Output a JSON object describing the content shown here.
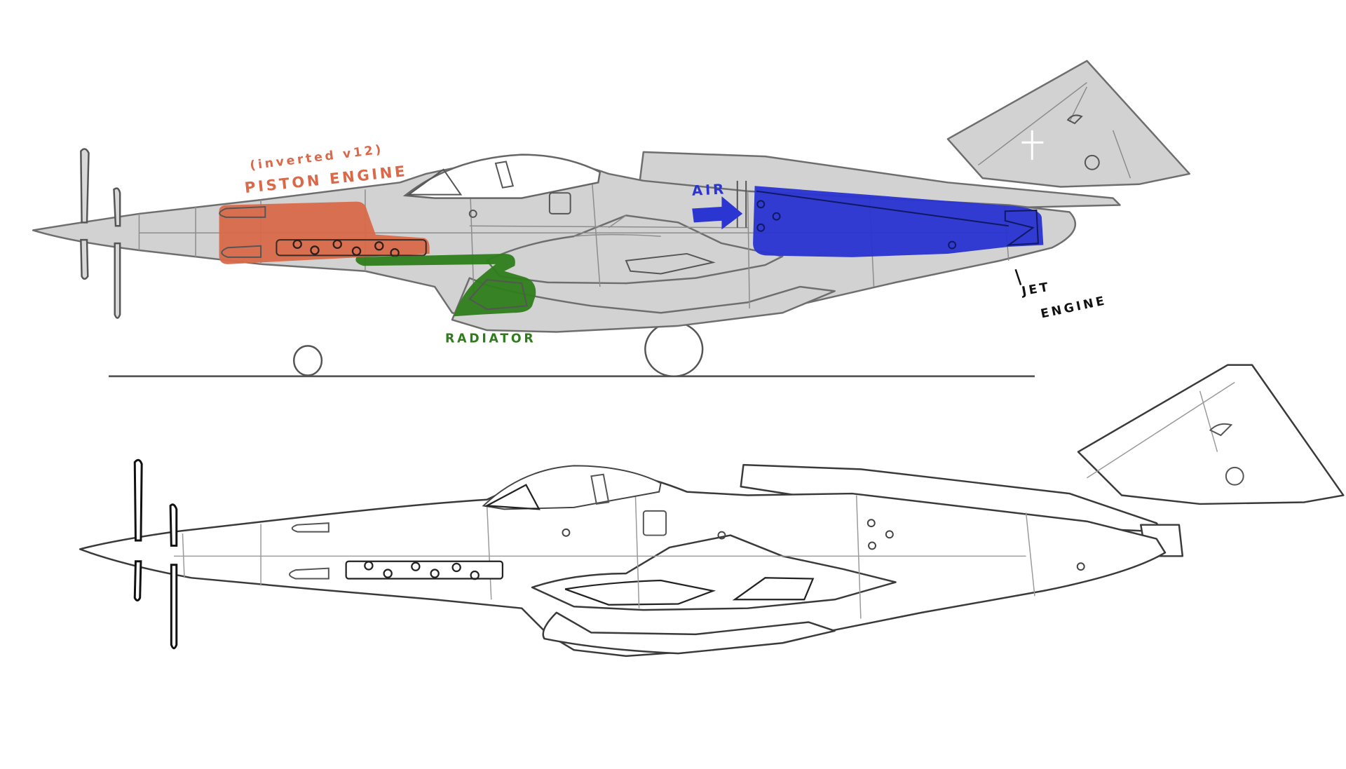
{
  "drawing": {
    "subject": "Mixed-power fighter aircraft side-view concept",
    "views": [
      "annotated-color-overlay",
      "clean-lineart"
    ]
  },
  "annotations": {
    "piston_engine_note": "(inverted v12)",
    "piston_engine_label": "PISTON ENGINE",
    "air_label": "AIR",
    "radiator_label": "RADIATOR",
    "jet_engine_label_line1": "JET",
    "jet_engine_label_line2": "ENGINE"
  },
  "colors": {
    "piston_engine": "#d9694a",
    "radiator": "#2e7d1a",
    "jet_engine": "#2b35d1",
    "air_arrow": "#2b35d1",
    "fuselage_fill": "#d2d2d2",
    "ink": "#3a3a3a",
    "insignia": "#ffffff",
    "background": "#ffffff"
  },
  "insignia": {
    "tail_mark": "+"
  }
}
